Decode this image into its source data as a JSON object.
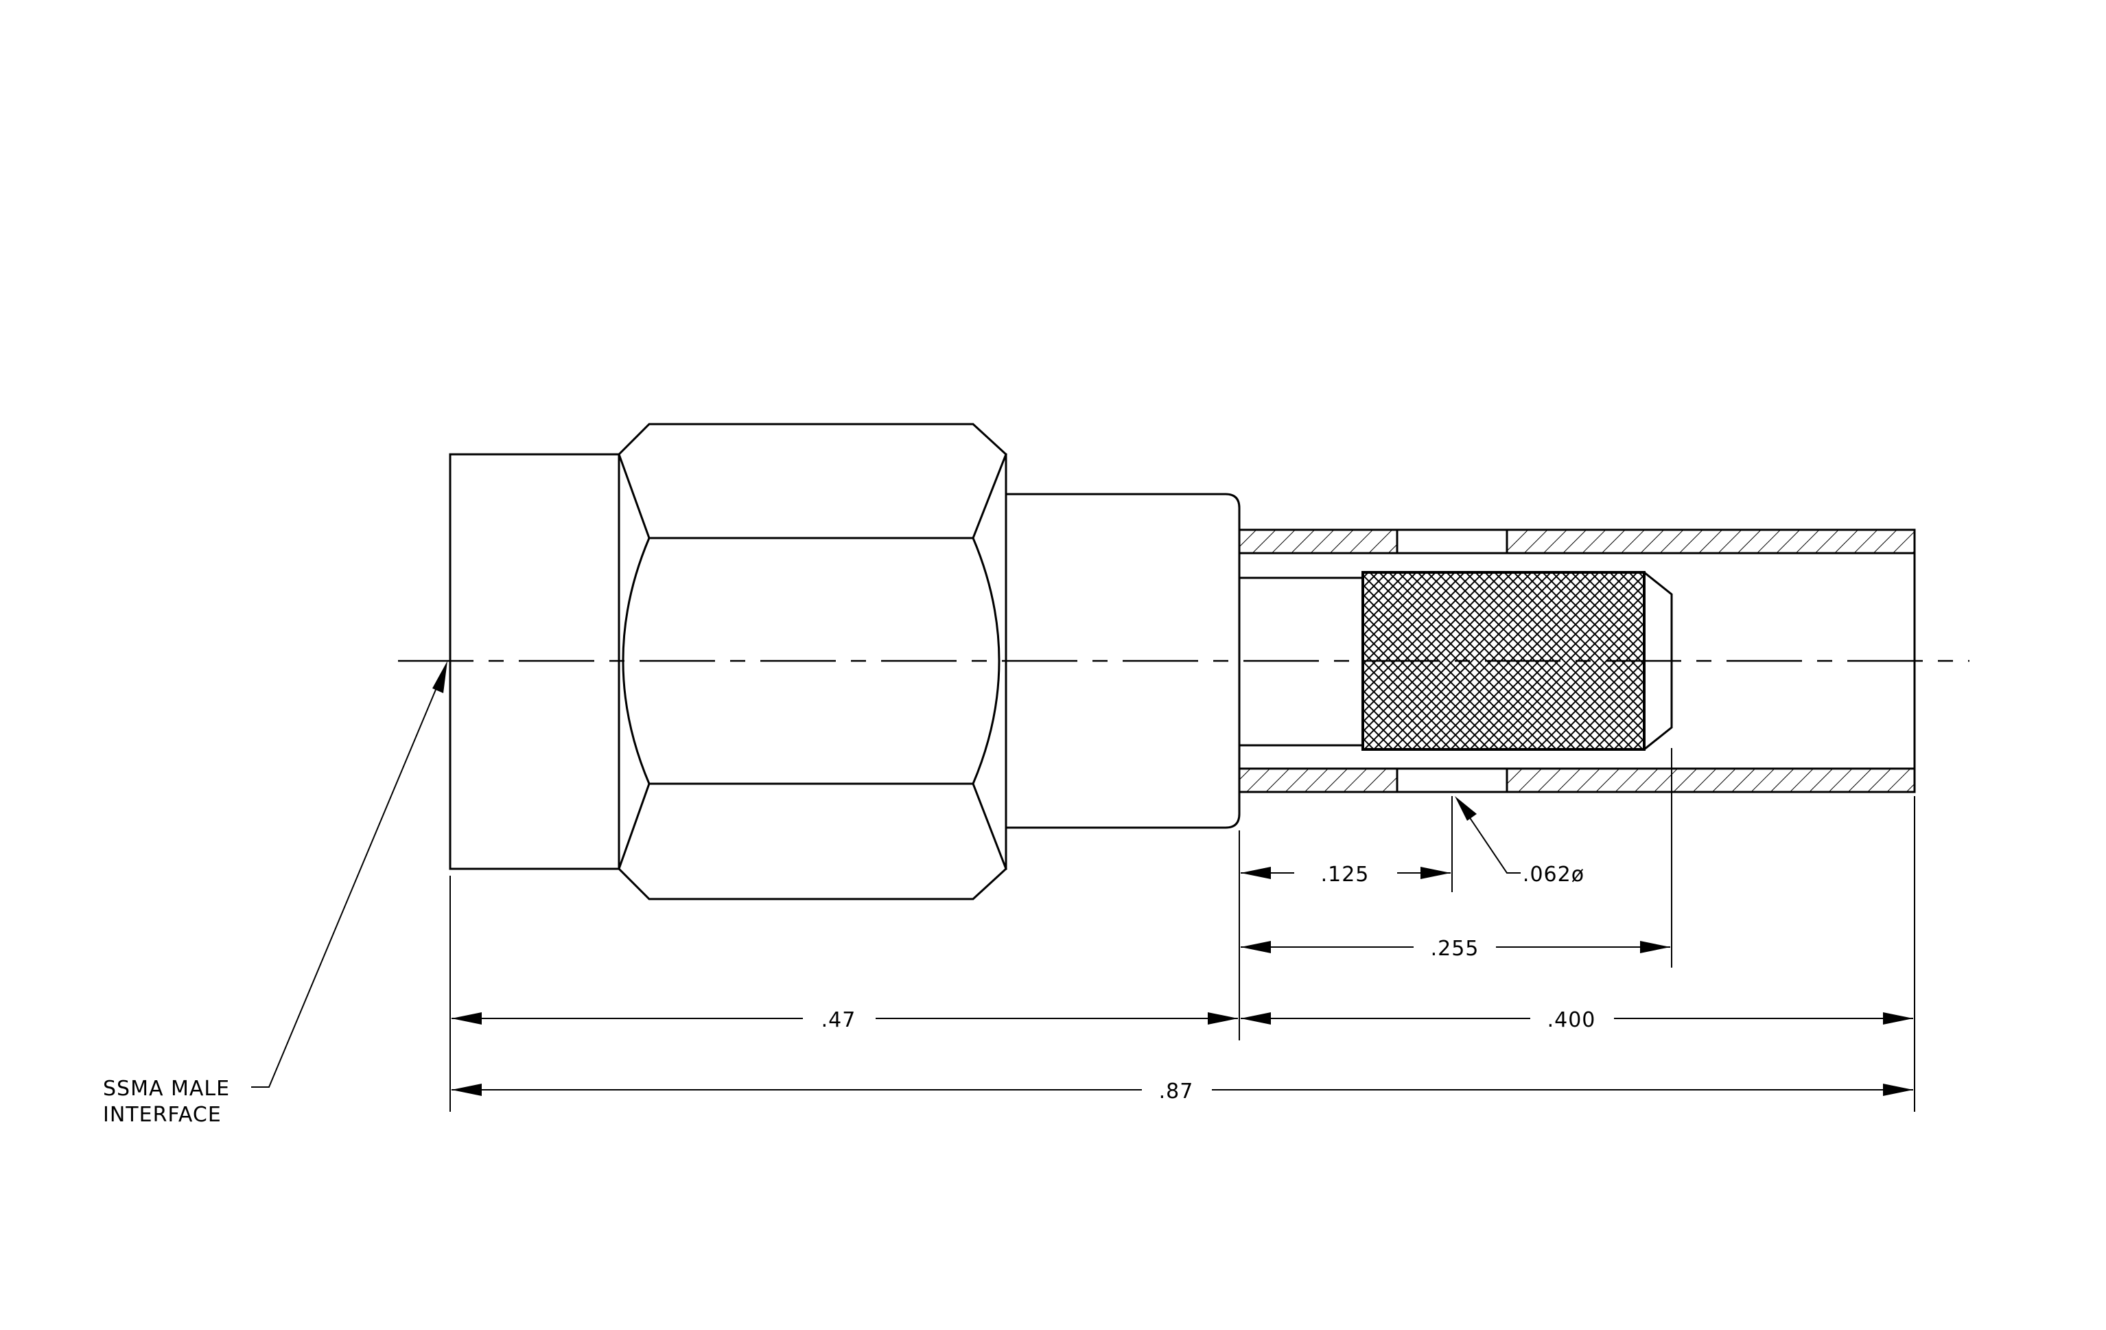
{
  "drawing": {
    "callout": {
      "line1": "SSMA MALE",
      "line2": "INTERFACE"
    },
    "dimensions": {
      "d1": ".125",
      "d2": ".062ø",
      "d3": ".255",
      "d4": ".47",
      "d5": ".400",
      "d6": ".87"
    },
    "colors": {
      "stroke": "#000000",
      "background": "#ffffff"
    }
  }
}
